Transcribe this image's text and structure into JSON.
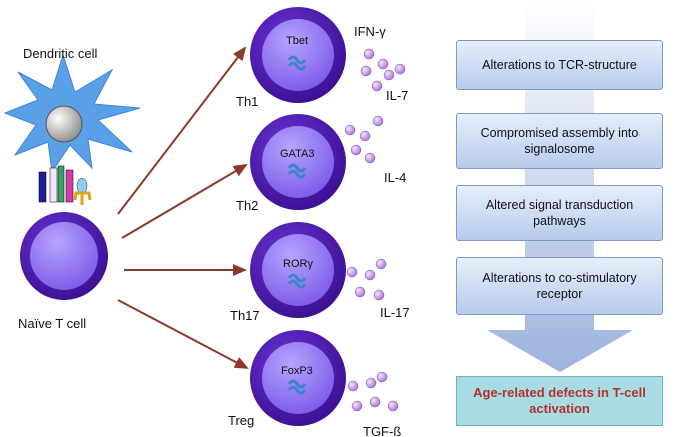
{
  "labels": {
    "dendritic_cell": "Dendritic cell",
    "naive_t_cell": "Naïve T cell"
  },
  "subsets": [
    {
      "name": "Th1",
      "factor": "Tbet",
      "cytokines": [
        "IFN-γ",
        "IL-7"
      ]
    },
    {
      "name": "Th2",
      "factor": "GATA3",
      "cytokines": [
        "IL-4"
      ]
    },
    {
      "name": "Th17",
      "factor": "RORγ",
      "cytokines": [
        "IL-17"
      ]
    },
    {
      "name": "Treg",
      "factor": "FoxP3",
      "cytokines": [
        "TGF-ß"
      ]
    }
  ],
  "defects": [
    "Alterations to TCR-structure",
    "Compromised assembly into signalosome",
    "Altered signal transduction pathways",
    "Alterations to co-stimulatory receptor"
  ],
  "outcome": "Age-related defects in T-cell activation",
  "colors": {
    "cell_outer": "#4a17a8",
    "cell_inner": "#8b6ff0",
    "arrow": "#8b3a2a",
    "dendritic": "#5aa0e8",
    "cytokine": "#c79be6",
    "outcome_text": "#b0332f",
    "flow_arrow": "#9fb6dd"
  }
}
